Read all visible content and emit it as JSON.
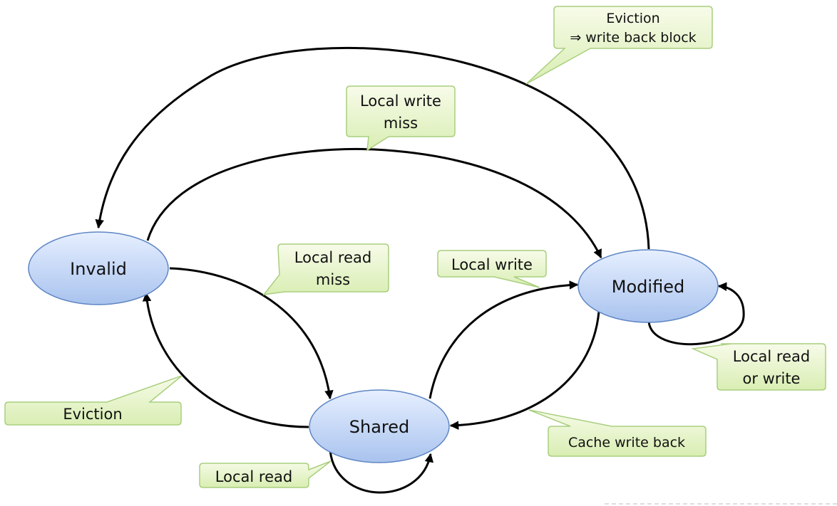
{
  "states": {
    "invalid": "Invalid",
    "modified": "Modified",
    "shared": "Shared"
  },
  "callouts": {
    "eviction_writeback": [
      "Eviction",
      "⇒ write back block"
    ],
    "local_write_miss": [
      "Local write",
      "miss"
    ],
    "local_read_miss": [
      "Local read",
      "miss"
    ],
    "local_write": "Local write",
    "local_read_or_write": [
      "Local read",
      "or write"
    ],
    "eviction": "Eviction",
    "cache_write_back": "Cache write back",
    "local_read": "Local read"
  },
  "colors": {
    "state_fill_top": "#e6efff",
    "state_fill_bottom": "#a9c3ee",
    "state_stroke": "#5f86c4",
    "callout_fill_top": "#f7fbe9",
    "callout_fill_bottom": "#d9eeb3",
    "callout_stroke": "#a9cf7e",
    "edge": "#000000"
  }
}
